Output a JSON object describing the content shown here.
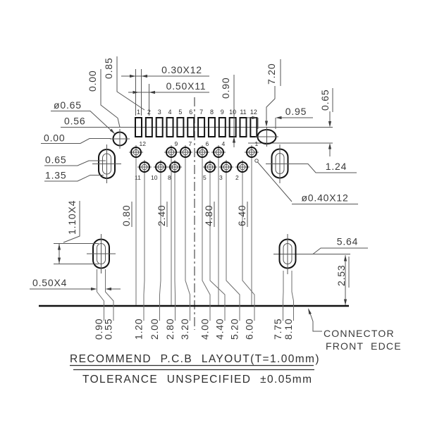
{
  "drawing": {
    "title": {
      "line1": "RECOMMEND P.C.B LAYOUT(T=1.00mm)",
      "line2": "TOLERANCE UNSPECIFIED ±0.05mm"
    },
    "edge_note": {
      "line1": "CONNECTOR",
      "line2": "FRONT EDCE"
    },
    "pad_numbers": [
      "1",
      "2",
      "3",
      "4",
      "5",
      "6",
      "7",
      "8",
      "9",
      "10",
      "11",
      "12"
    ],
    "pins": {
      "top": [
        "12",
        "9",
        "7",
        "6",
        "4",
        "1"
      ],
      "bottom": [
        "11",
        "10",
        "8",
        "5",
        "3",
        "2"
      ]
    },
    "bottom_dims": [
      "0.90",
      "0.55",
      "1.20",
      "2.00",
      "2.80",
      "3.20",
      "4.00",
      "4.40",
      "5.20",
      "6.00",
      "7.75",
      "8.10"
    ],
    "mid_dims": [
      "0.80",
      "2.40",
      "4.80",
      "6.40"
    ],
    "dims": {
      "hole_dia": "ø0.65",
      "pad_offset": "0.56",
      "datum_x": "0.00",
      "datum_y": "0.00",
      "col_first_pad": "0.85",
      "pad_width": "0.30X12",
      "pad_pitch": "0.50X11",
      "pad_length": "0.90",
      "oval_x": "7.20",
      "oval_width": "0.95",
      "row_gap": "0.65",
      "right_oval_offset": "1.24",
      "via_dia": "ø0.40X12",
      "left_slot_gap1": "0.65",
      "left_slot_gap2": "1.35",
      "slot_length": "1.10X4",
      "slot_width": "0.50X4",
      "right_slot_x": "5.64",
      "edge_distance": "2.53"
    },
    "colors": {
      "feature_line": "#141414",
      "dimension_line": "#555555",
      "text": "#3a3a3a",
      "background": "#ffffff"
    }
  }
}
